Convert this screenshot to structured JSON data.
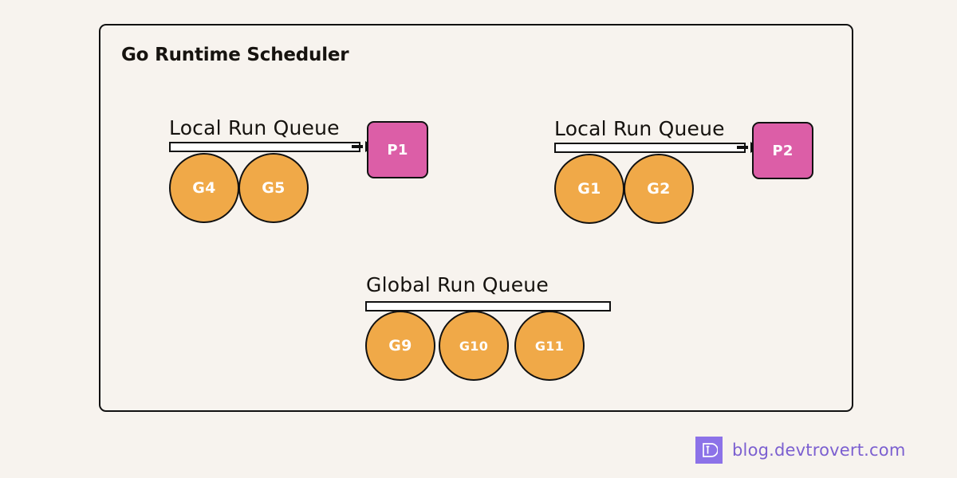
{
  "panel": {
    "title": "Go Runtime Scheduler"
  },
  "colors": {
    "background": "#F7F3EE",
    "border": "#111111",
    "goroutine": "#F0A948",
    "processor": "#DC5EA7",
    "queue_bar": "#FFFFFF",
    "brand_purple": "#8C72E8",
    "brand_text": "#7B5FD0"
  },
  "queues": [
    {
      "id": "local-queue-p1",
      "label": "Local Run Queue",
      "has_arrow": true,
      "goroutines": [
        {
          "label": "G4",
          "size": "lg"
        },
        {
          "label": "G5",
          "size": "lg"
        }
      ],
      "processor": {
        "label": "P1"
      }
    },
    {
      "id": "local-queue-p2",
      "label": "Local Run Queue",
      "has_arrow": true,
      "goroutines": [
        {
          "label": "G1",
          "size": "lg"
        },
        {
          "label": "G2",
          "size": "lg"
        }
      ],
      "processor": {
        "label": "P2"
      }
    },
    {
      "id": "global-queue",
      "label": "Global Run Queue",
      "has_arrow": false,
      "goroutines": [
        {
          "label": "G9",
          "size": "lg"
        },
        {
          "label": "G10",
          "size": "sm"
        },
        {
          "label": "G11",
          "size": "sm"
        }
      ],
      "processor": null
    }
  ],
  "footer": {
    "logo_icon": "devtrovert-logo-icon",
    "text": "blog.devtrovert.com"
  }
}
